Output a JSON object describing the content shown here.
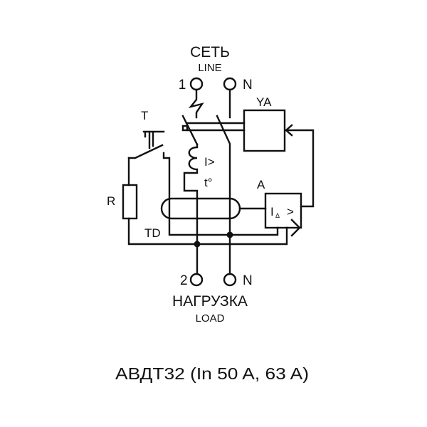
{
  "labels": {
    "line_ru": "СЕТЬ",
    "line_en": "LINE",
    "terminal_1": "1",
    "terminal_n_top": "N",
    "terminal_2": "2",
    "terminal_n_bottom": "N",
    "load_ru": "НАГРУЗКА",
    "load_en": "LOAD",
    "ya": "YA",
    "t_button": "T",
    "resistor": "R",
    "overcurrent": "I>",
    "thermal": "t°",
    "amplifier": "A",
    "residual_i": "I",
    "residual_sub": "Δ",
    "residual_gt": ">",
    "td": "TD"
  },
  "caption": "АВДТ32 (In 50 A, 63 A)"
}
